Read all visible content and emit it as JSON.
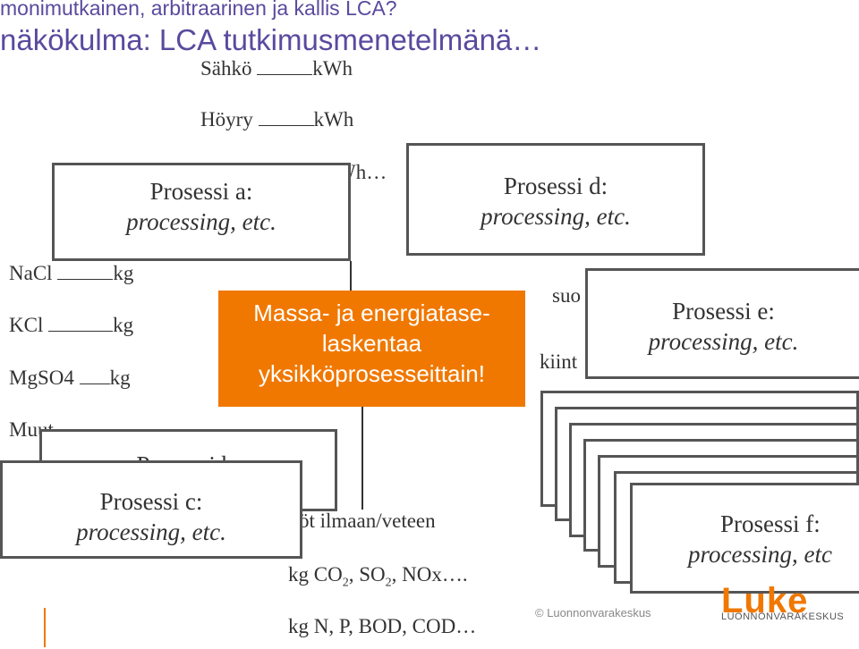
{
  "title": {
    "line1": "monimutkainen, arbitraarinen ja kallis LCA?",
    "line2": "näkökulma: LCA tutkimusmenetelmänä…"
  },
  "inputs": {
    "sahko": "Sähkö",
    "kwh1": "kWh",
    "hoyry": "Höyry",
    "kwh2": "kWh",
    "kwh3": "Wh…",
    "nacl": "NaCl",
    "kcl": "KCl",
    "mgso4": "MgSO4",
    "kg": "kg",
    "muut": "Muut"
  },
  "outputs": {
    "suo": "suo",
    "kiint": "kiint",
    "emissions": "öt ilmaan/veteen",
    "co2_prefix": "kg CO",
    "sub2": "2",
    "so2": ", SO",
    "nox": ", NOx….",
    "water": "kg N, P, BOD, COD…"
  },
  "processes": {
    "desc": "processing, etc.",
    "desc_cut": "processing, etc",
    "a": "Prosessi a:",
    "b": "Prosessi b:",
    "c": "Prosessi c:",
    "d": "Prosessi d:",
    "e": "Prosessi e:",
    "f": "Prosessi f:"
  },
  "callout": {
    "line1": "Massa- ja energiatase-",
    "line2": "laskentaa",
    "line3": "yksikköprosesseittain!"
  },
  "footer": {
    "copyright": "© Luonnonvarakeskus",
    "logo_text": "Luke",
    "logo_sub": "LUONNONVARAKESKUS"
  },
  "colors": {
    "title": "#5a4a9e",
    "callout_bg": "#f07800",
    "box_border": "#555555"
  }
}
